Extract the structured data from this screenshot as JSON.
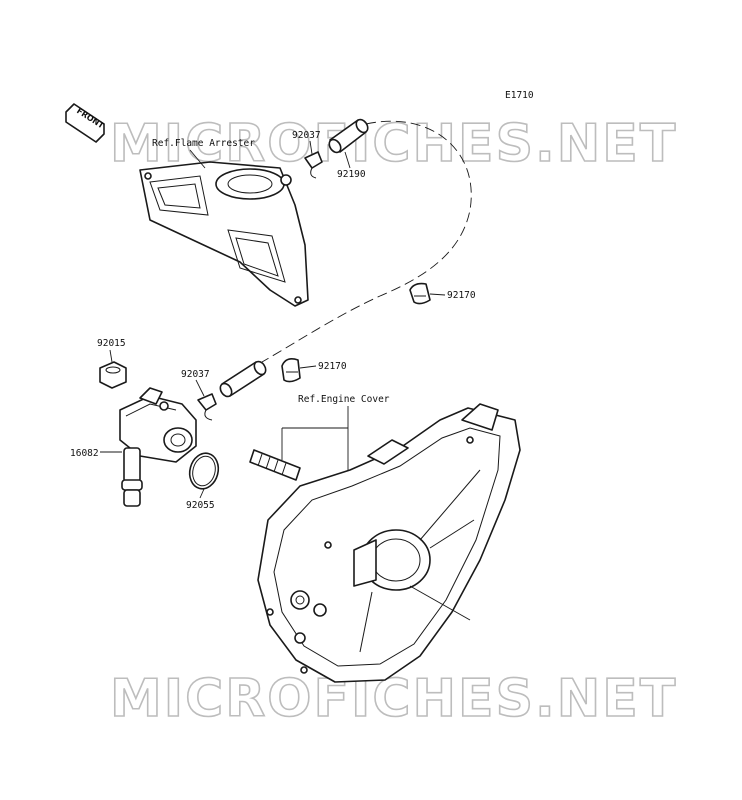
{
  "diagram_id": "E1710",
  "front_tag": "FRONT",
  "watermark": "MICROFICHES.NET",
  "refs": {
    "flame_arrester": "Ref.Flame Arrester",
    "engine_cover": "Ref.Engine Cover"
  },
  "parts": {
    "p92037_a": "92037",
    "p92190": "92190",
    "p92170_a": "92170",
    "p92170_b": "92170",
    "p92037_b": "92037",
    "p92015": "92015",
    "p16082": "16082",
    "p92055": "92055"
  }
}
